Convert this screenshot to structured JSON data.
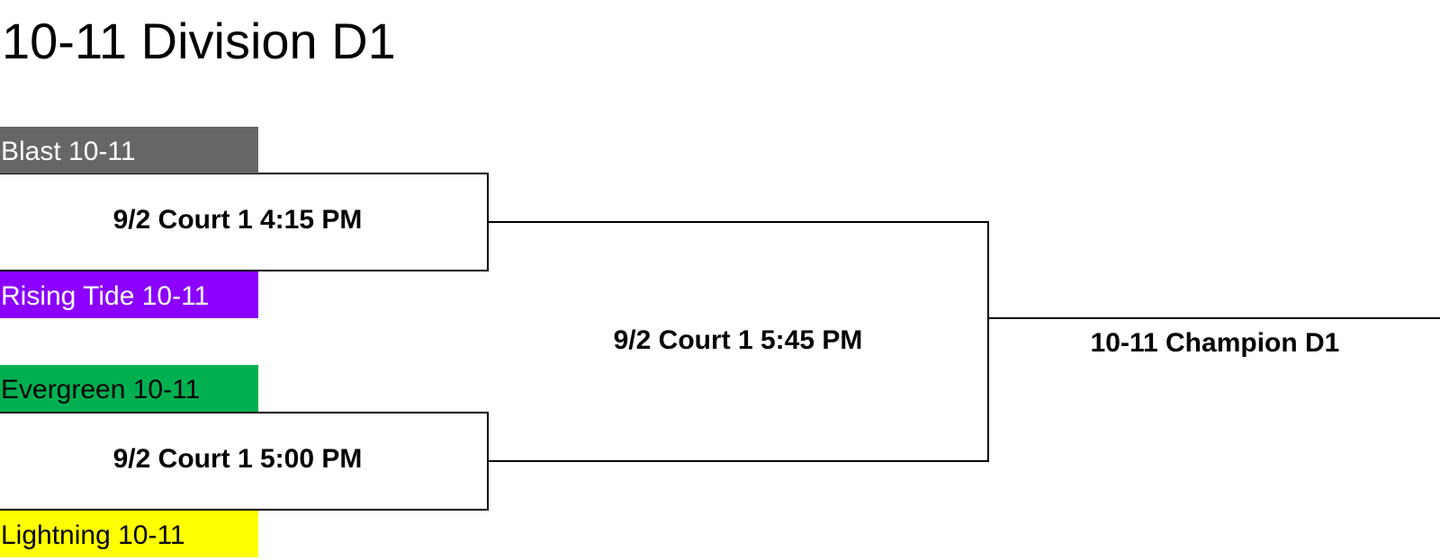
{
  "bracket": {
    "title": "10-11 Division D1",
    "round1": [
      {
        "game_label": "9/2 Court 1 4:15 PM",
        "top_team": {
          "name": "Blast 10-11",
          "color": "#666666",
          "text_color": "#ffffff"
        },
        "bottom_team": {
          "name": "Rising Tide 10-11",
          "color": "#8B00FF",
          "text_color": "#ffffff"
        }
      },
      {
        "game_label": "9/2 Court 1 5:00 PM",
        "top_team": {
          "name": "Evergreen 10-11",
          "color": "#00B050",
          "text_color": "#000000"
        },
        "bottom_team": {
          "name": "Lightning 10-11",
          "color": "#FFFF00",
          "text_color": "#000000"
        }
      }
    ],
    "final": {
      "game_label": "9/2 Court 1 5:45 PM"
    },
    "champion": {
      "label": "10-11 Champion D1"
    }
  }
}
